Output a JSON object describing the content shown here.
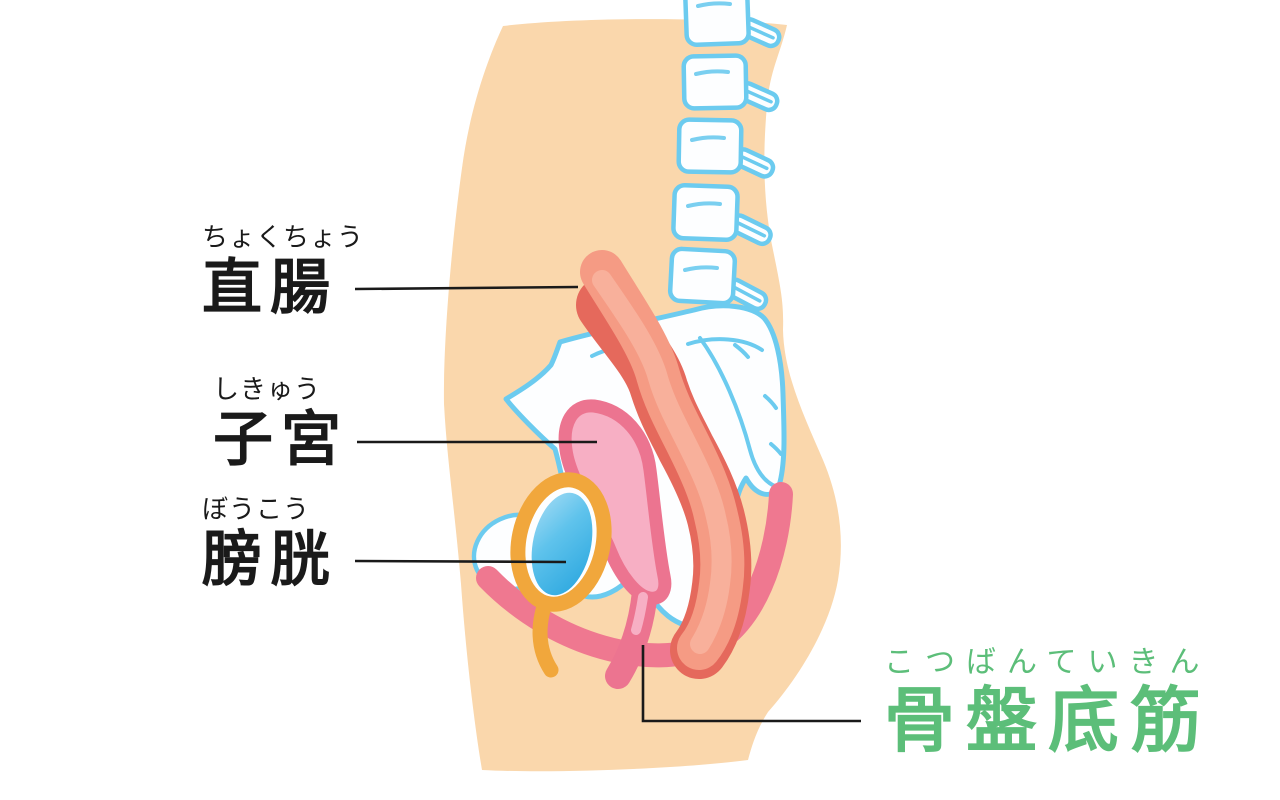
{
  "figure": {
    "kind": "anatomy-diagram-side-view",
    "labels": [
      {
        "id": "rectum",
        "reading": "ちょくちょう",
        "term": "直腸",
        "text_color": "#1a1a1a"
      },
      {
        "id": "uterus",
        "reading": "しきゅう",
        "term": "子宮",
        "text_color": "#1a1a1a"
      },
      {
        "id": "bladder",
        "reading": "ぼうこう",
        "term": "膀胱",
        "text_color": "#1a1a1a"
      },
      {
        "id": "pelvic-floor",
        "reading": "こつばんていきん",
        "term": "骨盤底筋",
        "text_color": "#5cbe79"
      }
    ],
    "palette": {
      "background": "#ffffff",
      "skin": "#fad7ac",
      "bone_fill": "#fdfeff",
      "bone_outline": "#6ccbef",
      "rectum_outline": "#e5695c",
      "rectum_fill": "#f59b84",
      "rectum_core": "#f8b29d",
      "uterus_outline": "#ec7490",
      "uterus_fill": "#f7afc4",
      "bladder_outline": "#f1a73c",
      "bladder_fill": "#3fb3e6",
      "pelvic_floor_muscle": "#ef7890",
      "leader_line": "#1a1a1a"
    }
  }
}
